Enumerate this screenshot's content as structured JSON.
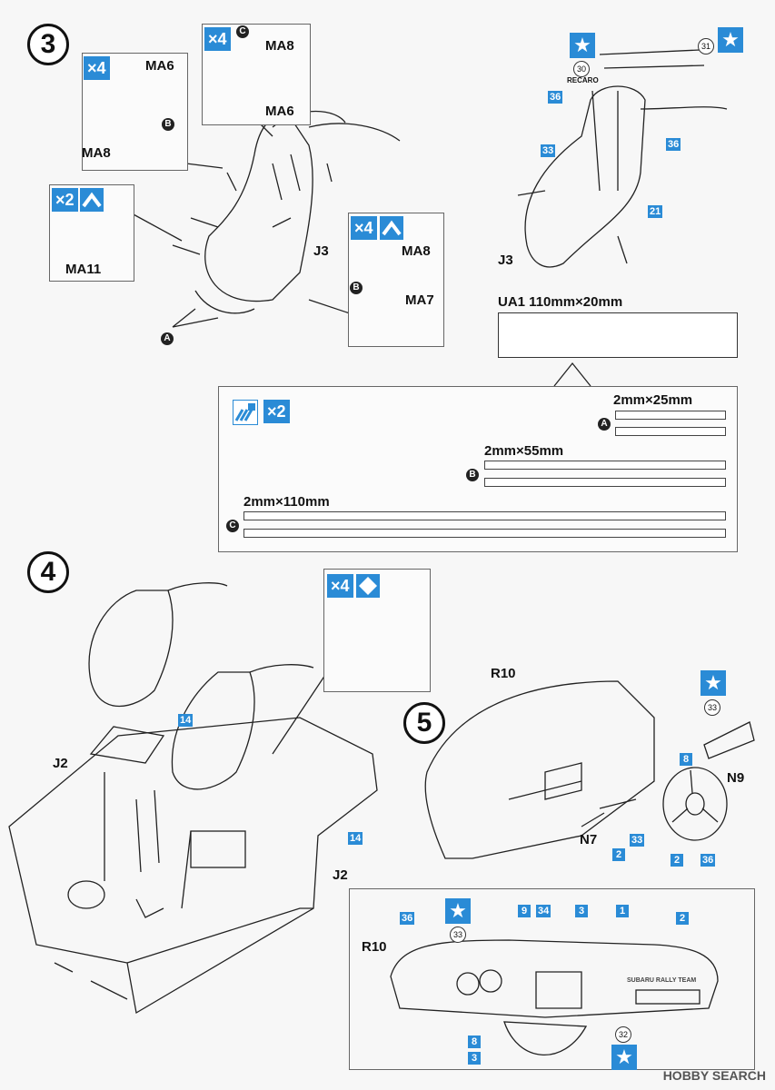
{
  "steps": {
    "s3": "3",
    "s4": "4",
    "s5": "5"
  },
  "step3": {
    "box_ma6": {
      "mult": "×4",
      "top": "MA6",
      "bottom": "MA8",
      "letter": "B"
    },
    "box_ma8": {
      "mult": "×4",
      "letter": "C",
      "top": "MA8",
      "bottom": "MA6"
    },
    "box_ma11": {
      "mult": "×2",
      "label": "MA11"
    },
    "box_ma7": {
      "mult": "×4",
      "top": "MA8",
      "bottom": "MA7",
      "letter": "B"
    },
    "seat_label": "J3",
    "letter_a": "A",
    "decal_view": {
      "seat_label": "J3",
      "n30": "30",
      "n31": "31",
      "brand": "RECARO",
      "n36a": "36",
      "n36b": "36",
      "n33": "33",
      "n21": "21"
    }
  },
  "ua1": {
    "title": "UA1  110mm×20mm"
  },
  "strips": {
    "mult": "×2",
    "a": {
      "letter": "A",
      "size": "2mm×25mm"
    },
    "b": {
      "letter": "B",
      "size": "2mm×55mm"
    },
    "c": {
      "letter": "C",
      "size": "2mm×110mm"
    }
  },
  "step4": {
    "mult": "×4",
    "j2a": "J2",
    "j2b": "J2",
    "n14a": "14",
    "n14b": "14"
  },
  "step5": {
    "r10": "R10",
    "n33": "33",
    "n8": "8",
    "n9": "N9",
    "n7": "N7",
    "b2a": "2",
    "b33": "33",
    "b2b": "2",
    "b36": "36"
  },
  "dash": {
    "r10": "R10",
    "b36": "36",
    "c33": "33",
    "b9": "9",
    "b34": "34",
    "b3": "3",
    "b1": "1",
    "b2": "2",
    "b8": "8",
    "b3b": "3",
    "c32": "32",
    "team": "SUBARU RALLY TEAM"
  },
  "watermark": "HOBBY SEARCH"
}
